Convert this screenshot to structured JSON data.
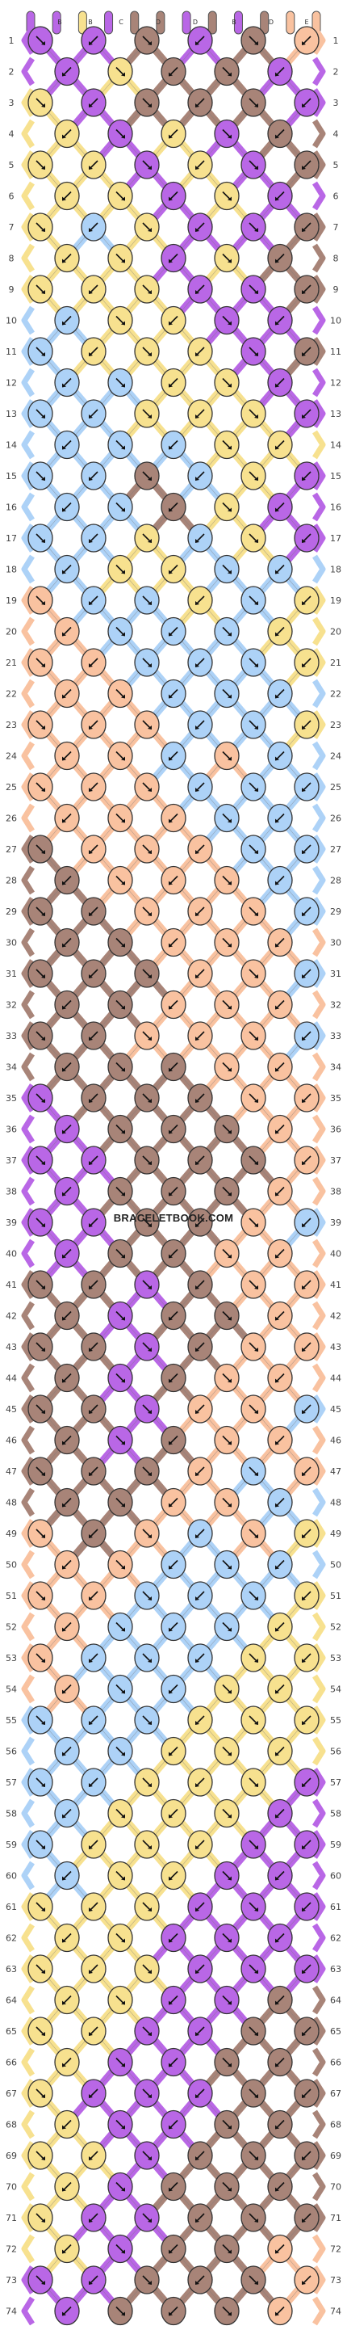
{
  "watermark": "BRACELETBOOK.COM",
  "colors": {
    "A": "#ffffff",
    "B": "#b967e6",
    "C": "#f7e18f",
    "D": "#a88478",
    "E": "#f9c2a0",
    "F": "#add2f7"
  },
  "strand_labels": [
    "B",
    "B",
    "C",
    "D",
    "D",
    "B",
    "D",
    "E"
  ],
  "top_strands": [
    "B",
    "B",
    "C",
    "B",
    "D",
    "D",
    "B",
    "D",
    "B",
    "D",
    "E",
    "E"
  ],
  "row_count": 74,
  "row_numbers": [
    "1",
    "2",
    "3",
    "4",
    "5",
    "6",
    "7",
    "8",
    "9",
    "10",
    "11",
    "12",
    "13",
    "14",
    "15",
    "16",
    "17",
    "18",
    "19",
    "20",
    "21",
    "22",
    "23",
    "24",
    "25",
    "26",
    "27",
    "28",
    "29",
    "30",
    "31",
    "32",
    "33",
    "34",
    "35",
    "36",
    "37",
    "38",
    "39",
    "40",
    "41",
    "42",
    "43",
    "44",
    "45",
    "46",
    "47",
    "48",
    "49",
    "50",
    "51",
    "52",
    "53",
    "54",
    "55",
    "56",
    "57",
    "58",
    "59",
    "60",
    "61",
    "62",
    "63",
    "64",
    "65",
    "66",
    "67",
    "68",
    "69",
    "70",
    "71",
    "72",
    "73",
    "74"
  ],
  "knot_rows": [
    [
      "B",
      "B",
      "D",
      "B",
      "D",
      "E"
    ],
    [
      "B",
      "C",
      "D",
      "D",
      "B"
    ],
    [
      "C",
      "B",
      "D",
      "D",
      "D",
      "B"
    ],
    [
      "C",
      "B",
      "C",
      "B",
      "D"
    ],
    [
      "C",
      "C",
      "B",
      "C",
      "B",
      "D"
    ],
    [
      "C",
      "C",
      "B",
      "C",
      "B"
    ],
    [
      "C",
      "F",
      "C",
      "B",
      "B",
      "D"
    ],
    [
      "C",
      "C",
      "B",
      "C",
      "D"
    ],
    [
      "C",
      "C",
      "C",
      "B",
      "B",
      "D"
    ],
    [
      "F",
      "C",
      "C",
      "B",
      "B"
    ],
    [
      "F",
      "C",
      "C",
      "C",
      "B",
      "D"
    ],
    [
      "F",
      "F",
      "C",
      "C",
      "B"
    ],
    [
      "F",
      "F",
      "C",
      "C",
      "C",
      "B"
    ],
    [
      "F",
      "F",
      "F",
      "C",
      "C"
    ],
    [
      "F",
      "F",
      "D",
      "F",
      "C",
      "B"
    ],
    [
      "F",
      "F",
      "D",
      "C",
      "B"
    ],
    [
      "F",
      "F",
      "C",
      "F",
      "C",
      "B"
    ],
    [
      "F",
      "C",
      "C",
      "F",
      "F"
    ],
    [
      "E",
      "F",
      "F",
      "C",
      "F",
      "C"
    ],
    [
      "E",
      "F",
      "F",
      "F",
      "C"
    ],
    [
      "E",
      "E",
      "F",
      "F",
      "F",
      "C"
    ],
    [
      "E",
      "E",
      "F",
      "F",
      "F"
    ],
    [
      "E",
      "E",
      "E",
      "F",
      "F",
      "C"
    ],
    [
      "E",
      "E",
      "F",
      "E",
      "F"
    ],
    [
      "E",
      "E",
      "E",
      "F",
      "F",
      "F"
    ],
    [
      "E",
      "E",
      "E",
      "F",
      "F"
    ],
    [
      "D",
      "E",
      "E",
      "E",
      "F",
      "F"
    ],
    [
      "D",
      "E",
      "E",
      "E",
      "F"
    ],
    [
      "D",
      "D",
      "E",
      "E",
      "E",
      "F"
    ],
    [
      "D",
      "D",
      "E",
      "E",
      "E"
    ],
    [
      "D",
      "D",
      "D",
      "E",
      "E",
      "F"
    ],
    [
      "D",
      "D",
      "E",
      "E",
      "E"
    ],
    [
      "D",
      "D",
      "E",
      "E",
      "E",
      "F"
    ],
    [
      "D",
      "D",
      "D",
      "E",
      "E"
    ],
    [
      "B",
      "D",
      "D",
      "D",
      "E",
      "E"
    ],
    [
      "B",
      "D",
      "D",
      "D",
      "E"
    ],
    [
      "B",
      "B",
      "D",
      "D",
      "D",
      "E"
    ],
    [
      "B",
      "D",
      "D",
      "D",
      "E"
    ],
    [
      "B",
      "B",
      "D",
      "D",
      "E",
      "F"
    ],
    [
      "B",
      "D",
      "D",
      "E",
      "E"
    ],
    [
      "D",
      "D",
      "B",
      "D",
      "E",
      "E"
    ],
    [
      "D",
      "B",
      "D",
      "D",
      "E"
    ],
    [
      "D",
      "D",
      "B",
      "D",
      "E",
      "E"
    ],
    [
      "D",
      "B",
      "D",
      "E",
      "E"
    ],
    [
      "D",
      "D",
      "B",
      "E",
      "E",
      "F"
    ],
    [
      "D",
      "B",
      "D",
      "E",
      "E"
    ],
    [
      "D",
      "D",
      "D",
      "E",
      "F",
      "E"
    ],
    [
      "D",
      "D",
      "E",
      "E",
      "F"
    ],
    [
      "E",
      "D",
      "E",
      "F",
      "E",
      "C"
    ],
    [
      "E",
      "E",
      "F",
      "F",
      "F"
    ],
    [
      "E",
      "E",
      "F",
      "F",
      "F",
      "C"
    ],
    [
      "E",
      "F",
      "F",
      "F",
      "C"
    ],
    [
      "E",
      "F",
      "F",
      "F",
      "C",
      "C"
    ],
    [
      "E",
      "F",
      "F",
      "C",
      "C"
    ],
    [
      "F",
      "F",
      "F",
      "C",
      "C",
      "C"
    ],
    [
      "F",
      "F",
      "C",
      "C",
      "C"
    ],
    [
      "F",
      "F",
      "C",
      "C",
      "C",
      "B"
    ],
    [
      "F",
      "C",
      "C",
      "C",
      "B"
    ],
    [
      "F",
      "C",
      "C",
      "C",
      "B",
      "B"
    ],
    [
      "F",
      "C",
      "C",
      "B",
      "B"
    ],
    [
      "C",
      "C",
      "C",
      "B",
      "B",
      "B"
    ],
    [
      "C",
      "C",
      "B",
      "B",
      "B"
    ],
    [
      "C",
      "C",
      "C",
      "B",
      "B",
      "B"
    ],
    [
      "C",
      "C",
      "B",
      "B",
      "D"
    ],
    [
      "C",
      "C",
      "B",
      "B",
      "D",
      "D"
    ],
    [
      "C",
      "B",
      "B",
      "D",
      "D"
    ],
    [
      "C",
      "B",
      "B",
      "B",
      "D",
      "D"
    ],
    [
      "C",
      "B",
      "B",
      "D",
      "D"
    ],
    [
      "C",
      "C",
      "B",
      "D",
      "D",
      "D"
    ],
    [
      "C",
      "B",
      "D",
      "D",
      "D"
    ],
    [
      "C",
      "B",
      "B",
      "D",
      "D",
      "D"
    ],
    [
      "C",
      "B",
      "D",
      "D",
      "E"
    ],
    [
      "B",
      "B",
      "D",
      "D",
      "D",
      "E"
    ],
    [
      "B",
      "D",
      "D",
      "D",
      "E"
    ]
  ]
}
